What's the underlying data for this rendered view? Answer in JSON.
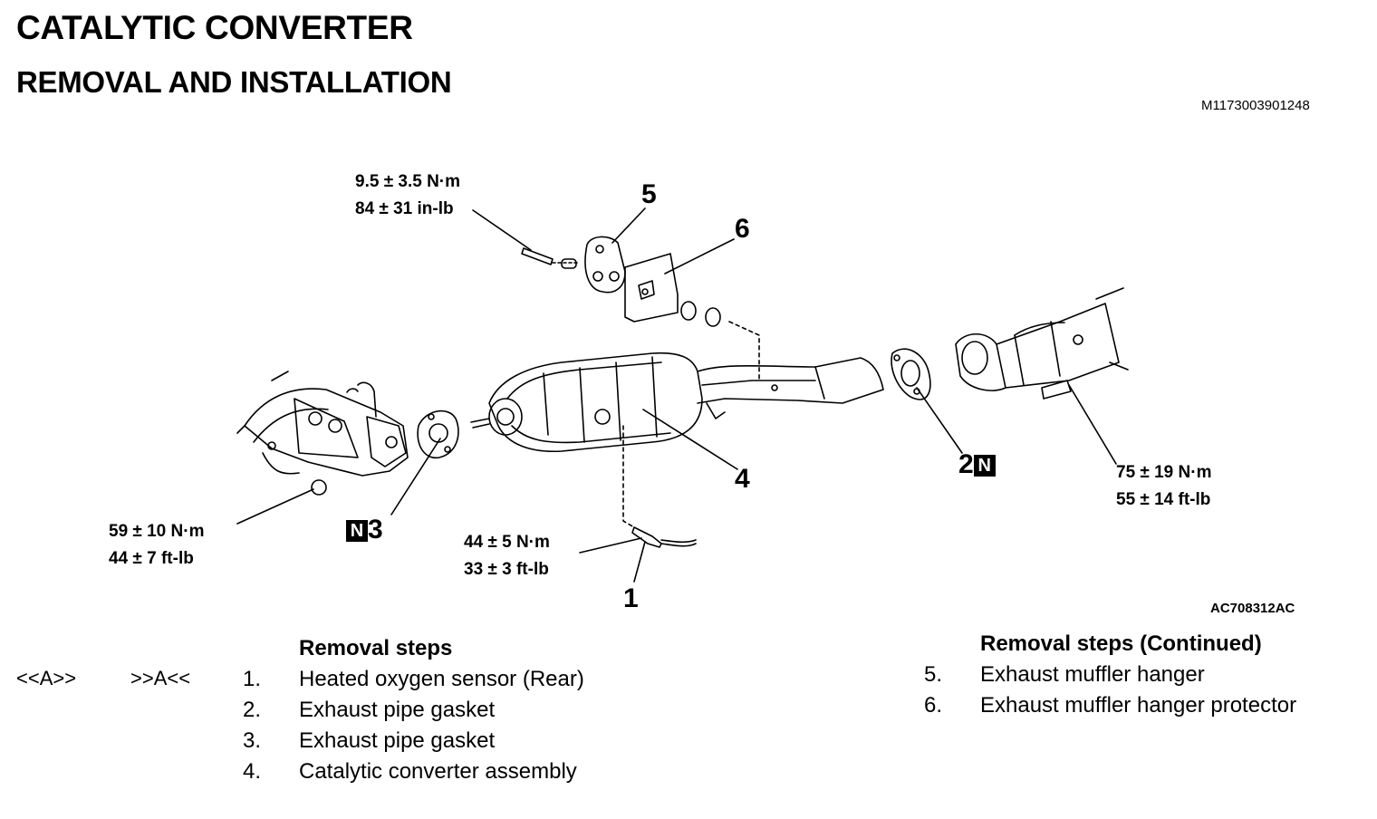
{
  "header": {
    "title": "CATALYTIC CONVERTER",
    "subtitle": "REMOVAL AND INSTALLATION",
    "doc_id": "M1173003901248"
  },
  "figure": {
    "figure_id": "AC708312AC",
    "torque_specs": {
      "hanger_bolt": {
        "nm": "9.5 ± 3.5 N·m",
        "imperial": "84 ± 31 in-lb"
      },
      "front_flange_nut": {
        "nm": "59 ± 10 N·m",
        "imperial": "44 ± 7 ft-lb"
      },
      "oxygen_sensor": {
        "nm": "44 ± 5 N·m",
        "imperial": "33 ± 3 ft-lb"
      },
      "rear_flange_bolt": {
        "nm": "75 ± 19 N·m",
        "imperial": "55 ± 14 ft-lb"
      }
    },
    "callouts": {
      "c1": "1",
      "c2": "2",
      "c3": "3",
      "c4": "4",
      "c5": "5",
      "c6": "6",
      "n_badge": "N"
    }
  },
  "removal_steps": {
    "heading": "Removal steps",
    "marks": {
      "removal": "<<A>>",
      "installation": ">>A<<"
    },
    "items": [
      {
        "num": "1.",
        "label": "Heated oxygen sensor (Rear)"
      },
      {
        "num": "2.",
        "label": "Exhaust pipe gasket"
      },
      {
        "num": "3.",
        "label": "Exhaust pipe gasket"
      },
      {
        "num": "4.",
        "label": "Catalytic converter assembly"
      }
    ]
  },
  "removal_steps_continued": {
    "heading": "Removal steps (Continued)",
    "items": [
      {
        "num": "5.",
        "label": "Exhaust muffler hanger"
      },
      {
        "num": "6.",
        "label": "Exhaust muffler hanger protector"
      }
    ]
  }
}
